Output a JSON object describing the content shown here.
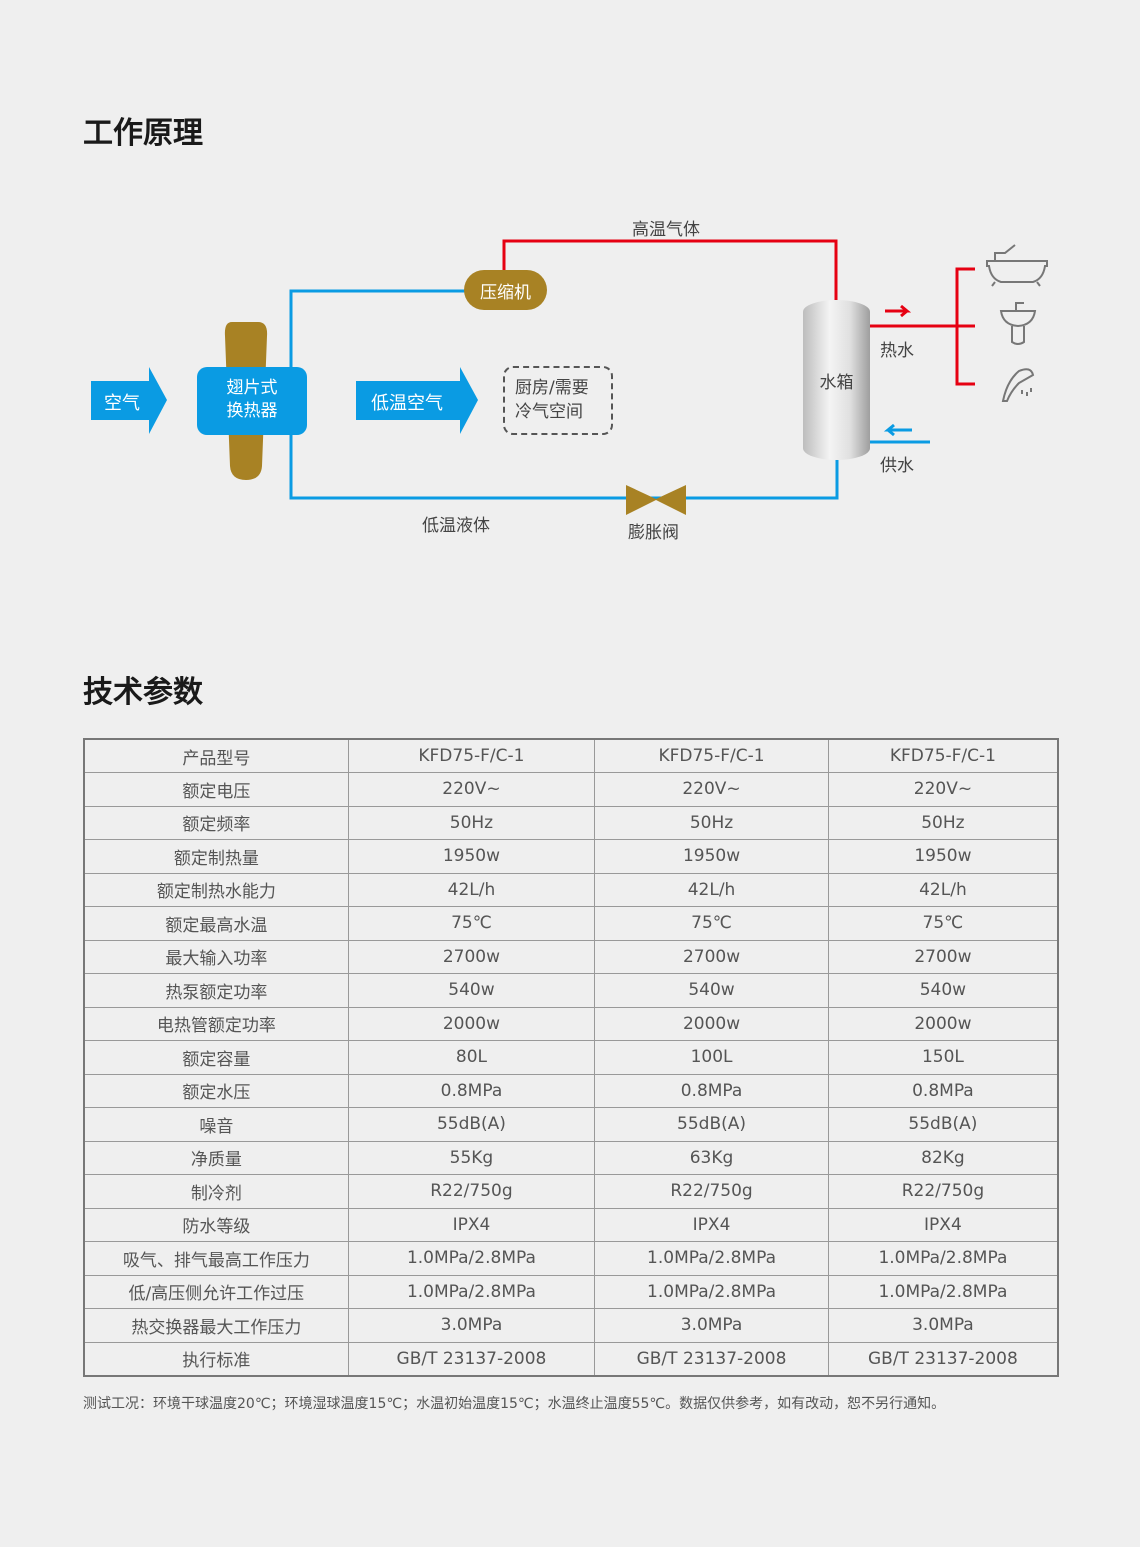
{
  "section1_title": "工作原理",
  "diagram": {
    "air": "空气",
    "heat_exchanger": [
      "翅片式",
      "换热器"
    ],
    "low_temp_air": "低温空气",
    "space": [
      "厨房/需要",
      "冷气空间"
    ],
    "compressor": "压缩机",
    "high_temp_gas": "高温气体",
    "low_temp_liquid": "低温液体",
    "expansion_valve": "膨胀阀",
    "tank": "水箱",
    "hot_water": "热水",
    "supply_water": "供水",
    "colors": {
      "blue": "#0a9be3",
      "red": "#e60012",
      "gold": "#a88224"
    }
  },
  "section2_title": "技术参数",
  "table": {
    "rows": [
      [
        "产品型号",
        "KFD75-F/C-1",
        "KFD75-F/C-1",
        "KFD75-F/C-1"
      ],
      [
        "额定电压",
        "220V~",
        "220V~",
        "220V~"
      ],
      [
        "额定频率",
        "50Hz",
        "50Hz",
        "50Hz"
      ],
      [
        "额定制热量",
        "1950w",
        "1950w",
        "1950w"
      ],
      [
        "额定制热水能力",
        "42L/h",
        "42L/h",
        "42L/h"
      ],
      [
        "额定最高水温",
        "75℃",
        "75℃",
        "75℃"
      ],
      [
        "最大输入功率",
        "2700w",
        "2700w",
        "2700w"
      ],
      [
        "热泵额定功率",
        "540w",
        "540w",
        "540w"
      ],
      [
        "电热管额定功率",
        "2000w",
        "2000w",
        "2000w"
      ],
      [
        "额定容量",
        "80L",
        "100L",
        "150L"
      ],
      [
        "额定水压",
        "0.8MPa",
        "0.8MPa",
        "0.8MPa"
      ],
      [
        "噪音",
        "55dB(A)",
        "55dB(A)",
        "55dB(A)"
      ],
      [
        "净质量",
        "55Kg",
        "63Kg",
        "82Kg"
      ],
      [
        "制冷剂",
        "R22/750g",
        "R22/750g",
        "R22/750g"
      ],
      [
        "防水等级",
        "IPX4",
        "IPX4",
        "IPX4"
      ],
      [
        "吸气、排气最高工作压力",
        "1.0MPa/2.8MPa",
        "1.0MPa/2.8MPa",
        "1.0MPa/2.8MPa"
      ],
      [
        "低/高压侧允许工作过压",
        "1.0MPa/2.8MPa",
        "1.0MPa/2.8MPa",
        "1.0MPa/2.8MPa"
      ],
      [
        "热交换器最大工作压力",
        "3.0MPa",
        "3.0MPa",
        "3.0MPa"
      ],
      [
        "执行标准",
        "GB/T 23137-2008",
        "GB/T 23137-2008",
        "GB/T 23137-2008"
      ]
    ]
  },
  "note": "测试工况：环境干球温度20℃；环境湿球温度15℃；水温初始温度15℃；水温终止温度55℃。数据仅供参考，如有改动，恕不另行通知。"
}
